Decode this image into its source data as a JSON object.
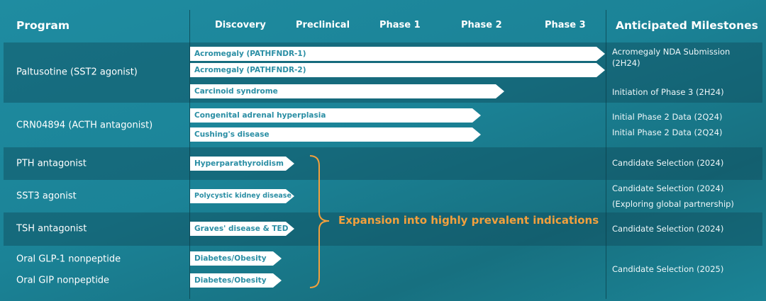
{
  "header": {
    "program": "Program",
    "phases": [
      "Discovery",
      "Preclinical",
      "Phase 1",
      "Phase 2",
      "Phase 3"
    ],
    "milestones": "Anticipated Milestones"
  },
  "programs": [
    {
      "name": "Paltusotine (SST2 agonist)",
      "shaded": true
    },
    {
      "name": "CRN04894 (ACTH antagonist)",
      "shaded": false
    },
    {
      "name": "PTH antagonist",
      "shaded": true
    },
    {
      "name": "SST3 agonist",
      "shaded": false
    },
    {
      "name": "TSH antagonist",
      "shaded": true
    },
    {
      "name": "Oral GLP-1 nonpeptide",
      "shaded": false
    },
    {
      "name": "Oral GIP nonpeptide",
      "shaded": false
    }
  ],
  "indications": [
    {
      "label": "Acromegaly (PATHFNDR-1)",
      "stage": "Phase 3"
    },
    {
      "label": "Acromegaly (PATHFNDR-2)",
      "stage": "Phase 3"
    },
    {
      "label": "Carcinoid syndrome",
      "stage": "Phase 2"
    },
    {
      "label": "Congenital adrenal hyperplasia",
      "stage": "Phase 2"
    },
    {
      "label": "Cushing's disease",
      "stage": "Phase 2"
    },
    {
      "label": "Hyperparathyroidism",
      "stage": "Discovery"
    },
    {
      "label": "Polycystic kidney disease",
      "stage": "Discovery"
    },
    {
      "label": "Graves' disease & TED",
      "stage": "Discovery"
    },
    {
      "label": "Diabetes/Obesity",
      "stage": "Discovery"
    },
    {
      "label": "Diabetes/Obesity",
      "stage": "Discovery"
    }
  ],
  "milestones": [
    "Acromegaly NDA Submission",
    "(2H24)",
    "Initiation of Phase 3 (2H24)",
    "Initial Phase 2 Data (2Q24)",
    "Initial Phase 2 Data (2Q24)",
    "Candidate Selection (2024)",
    "Candidate Selection (2024)",
    "(Exploring global partnership)",
    "Candidate Selection (2024)",
    "Candidate Selection (2025)"
  ],
  "callout": "Expansion into highly prevalent indications",
  "colors": {
    "accent": "#f2a03d",
    "bar_text": "#2a8ea4",
    "background": "#1d8a9e"
  }
}
